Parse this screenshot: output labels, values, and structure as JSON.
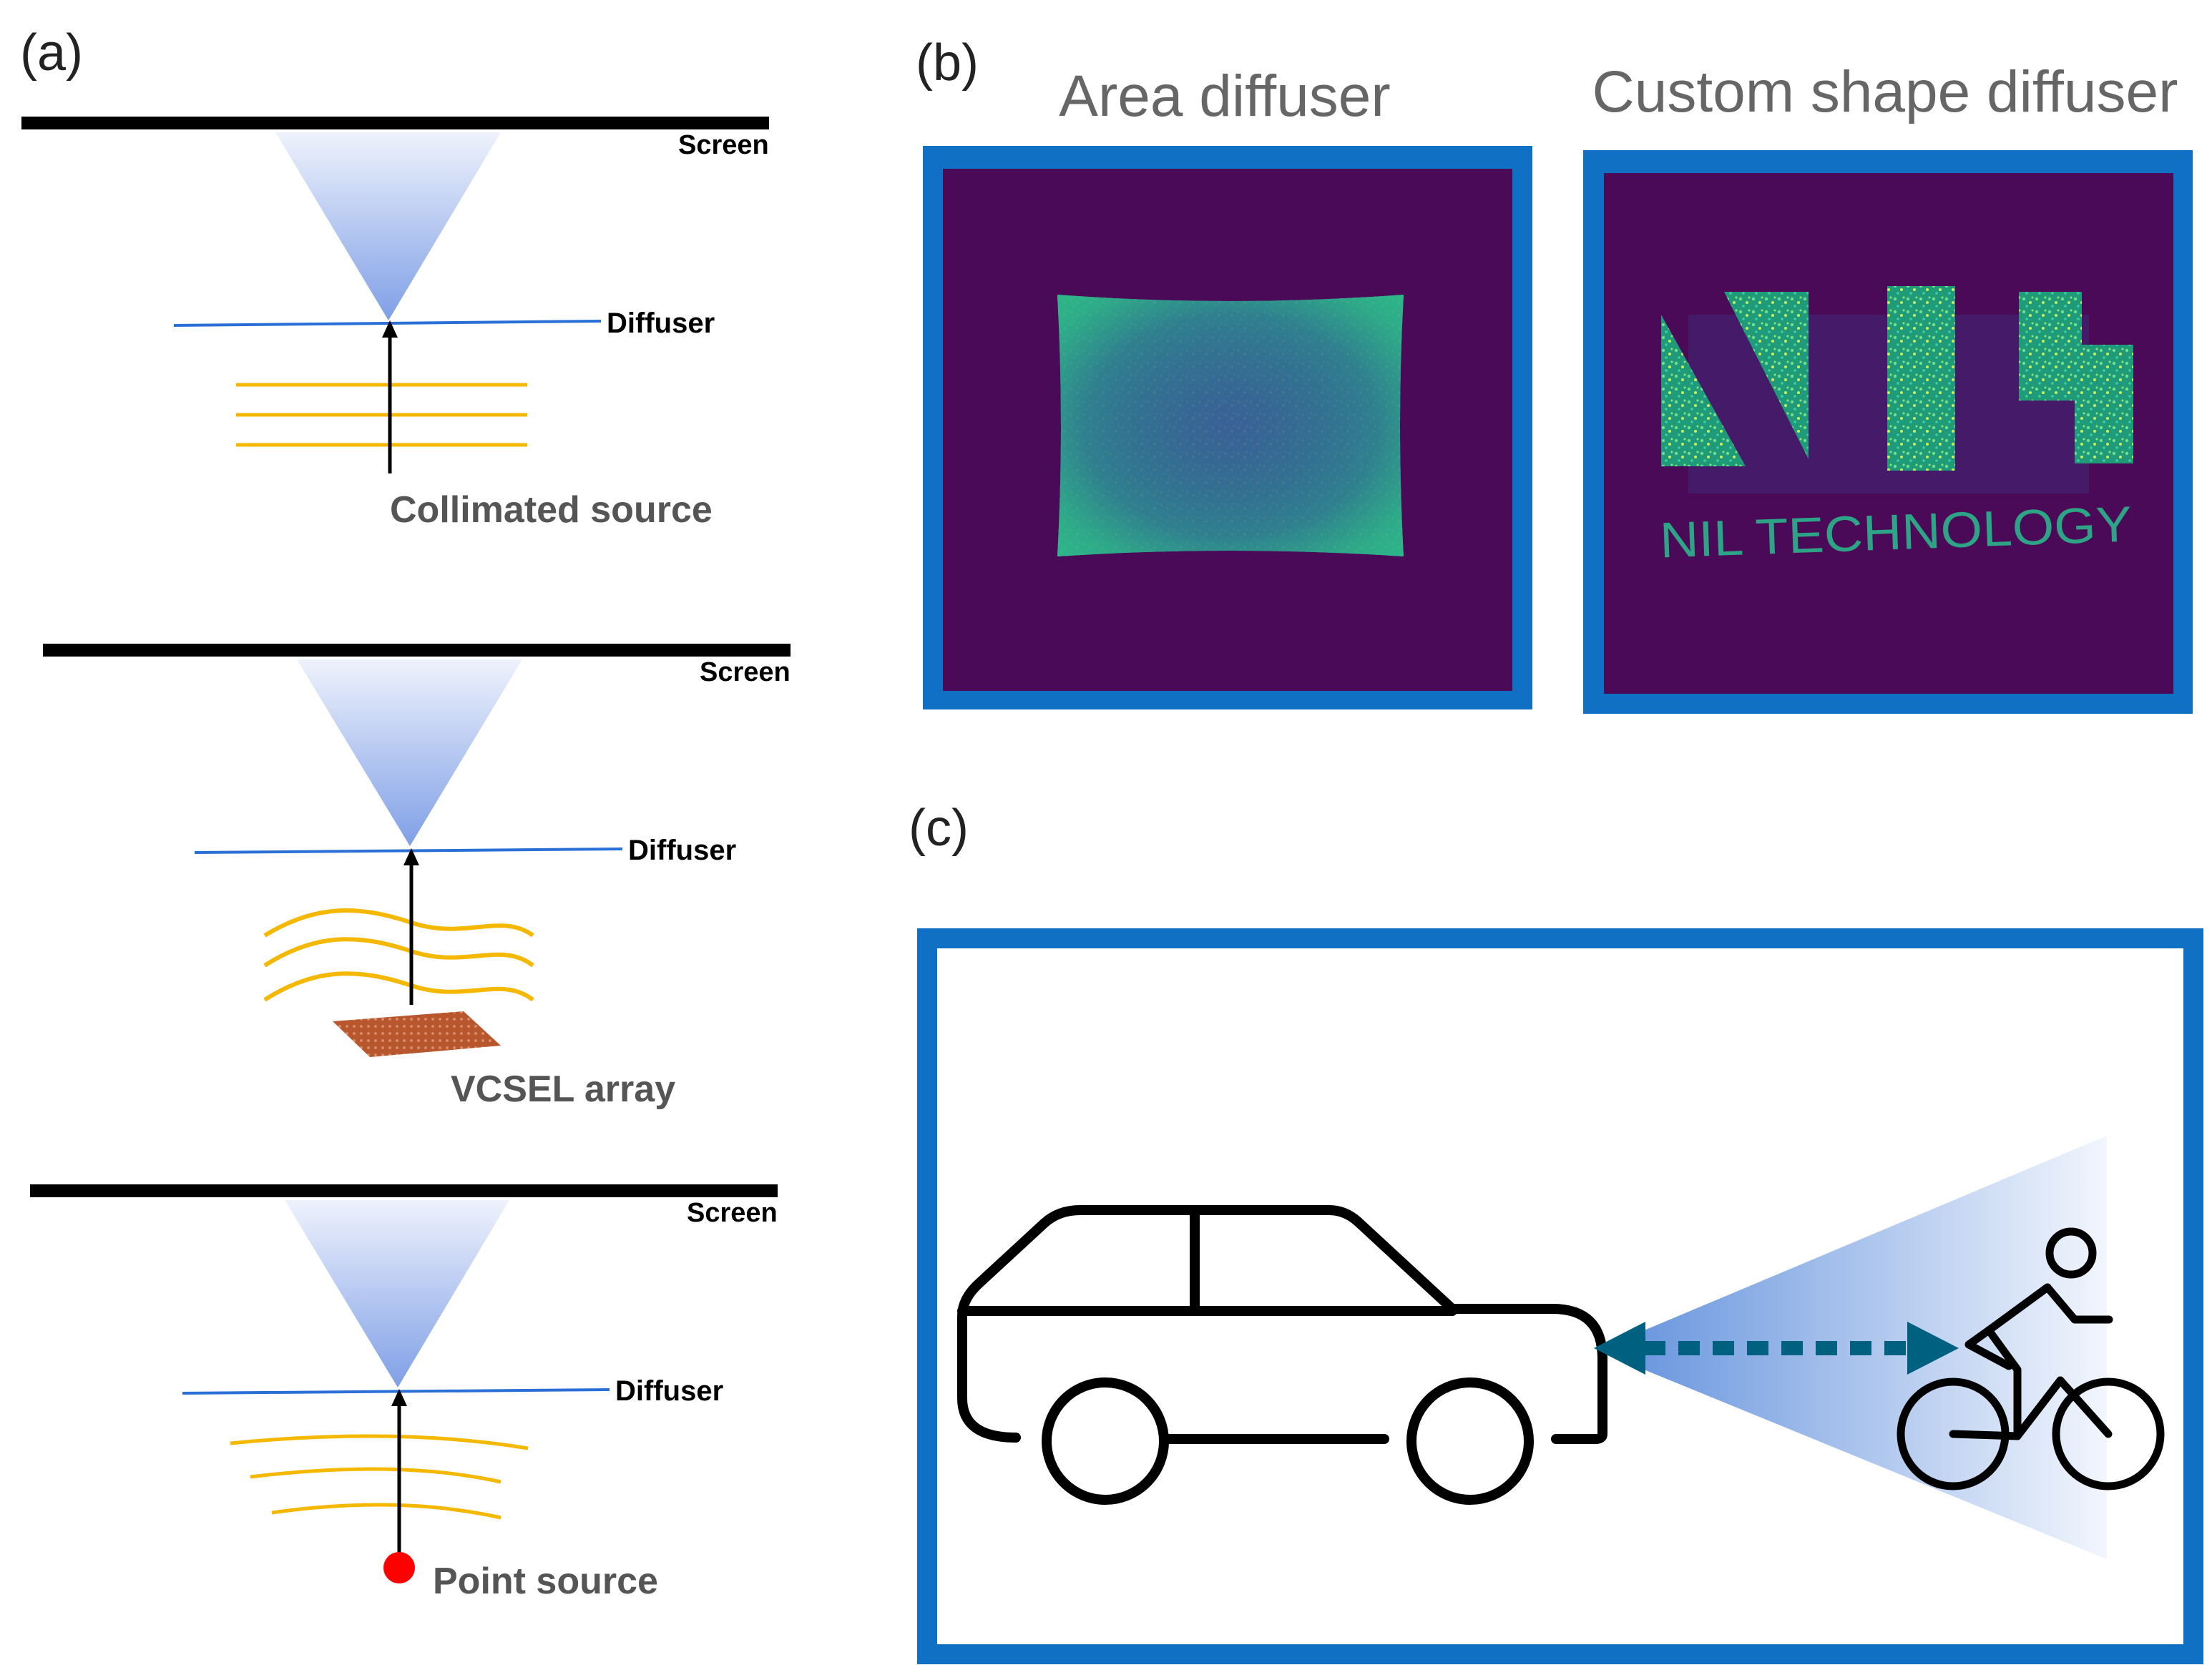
{
  "panel_a": {
    "label": "(a)",
    "diagrams": [
      {
        "screen_label": "Screen",
        "diffuser_label": "Diffuser",
        "source_label": "Collimated source"
      },
      {
        "screen_label": "Screen",
        "diffuser_label": "Diffuser",
        "source_label": "VCSEL array"
      },
      {
        "screen_label": "Screen",
        "diffuser_label": "Diffuser",
        "source_label": "Point source"
      }
    ]
  },
  "panel_b": {
    "label": "(b)",
    "images": [
      {
        "title": "Area diffuser"
      },
      {
        "title": "Custom shape diffuser",
        "logo_text": "NIL TECHNOLOGY"
      }
    ]
  },
  "panel_c": {
    "label": "(c)"
  },
  "colors": {
    "frame_blue": "#1070c4",
    "screen_black": "#000000",
    "beam_blue": "#7f9fe6",
    "diffuser_line": "#2a6fd6",
    "wave_yellow": "#f5b800",
    "vcsel_brown": "#b8562e",
    "point_red": "#ff0000",
    "camera_purple": "#4a0a58",
    "speckle_green": "#22c58a",
    "arrow_teal": "#006080"
  }
}
